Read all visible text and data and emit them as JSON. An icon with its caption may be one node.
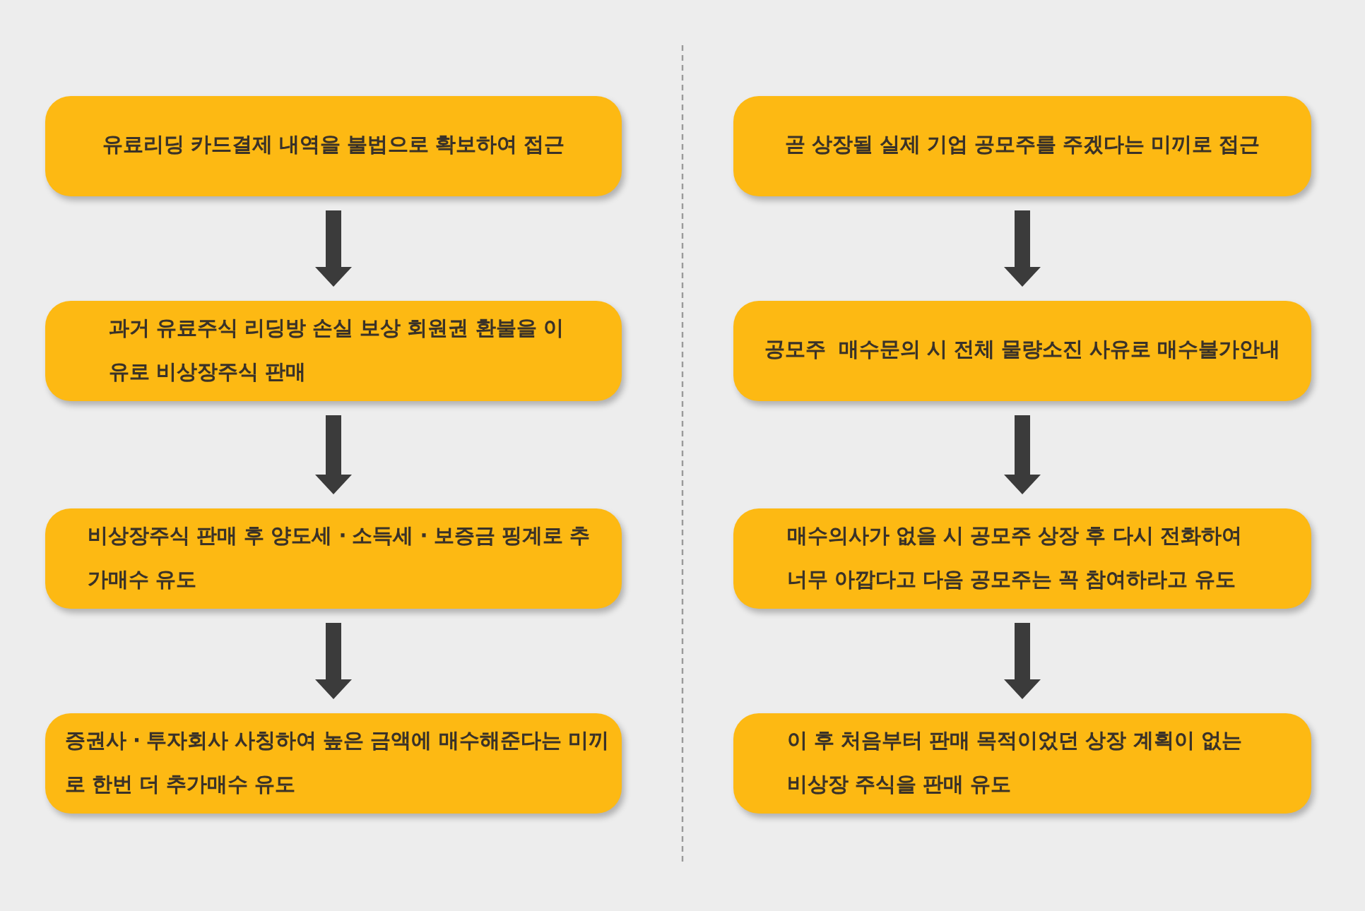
{
  "diagram": {
    "nodes": [
      {
        "text": [
          "유료리딩 카드결제 내역을 불법으로 확보하여 접근"
        ]
      },
      {
        "text": [
          "과거 유료주식 리딩방 손실 보상 회원권 환불을 이유로 비상장주식 판매"
        ]
      },
      {
        "text": [
          "비상장주식 판매 후 양도세 · 소득세 · 보증금 핑계로 추가매수 유도"
        ]
      },
      {
        "text": [
          "증권사 · 투자회사 사칭하여 높은 금액에 매수해준다는 미끼로 한번 더 추가매수 유도"
        ]
      },
      {
        "text": [
          "곧 상장될 실제 기업 공모주를 주겠다는 미끼로 접근"
        ]
      },
      {
        "text": [
          "공모주  매수문의 시 전체 물량소진 사유로 매수불가안내"
        ]
      },
      {
        "text": [
          "매수의사가 없을 시 공모주 상장 후 다시 전화하여 너무 아깝다고 다음 공모주는 꼭 참여하라고 유도"
        ]
      },
      {
        "text": [
          "이 후 처음부터 판매 목적이었던 상장 계획이 없는 비상장 주식을 판매 유도"
        ]
      }
    ],
    "edges": [
      {
        "from": 0,
        "to": 1,
        "arrow": "to"
      },
      {
        "from": 1,
        "to": 2,
        "arrow": "to"
      },
      {
        "from": 2,
        "to": 3,
        "arrow": "to"
      },
      {
        "from": 4,
        "to": 5,
        "arrow": "to"
      },
      {
        "from": 5,
        "to": 6,
        "arrow": "to"
      },
      {
        "from": 6,
        "to": 7,
        "arrow": "to"
      }
    ]
  }
}
